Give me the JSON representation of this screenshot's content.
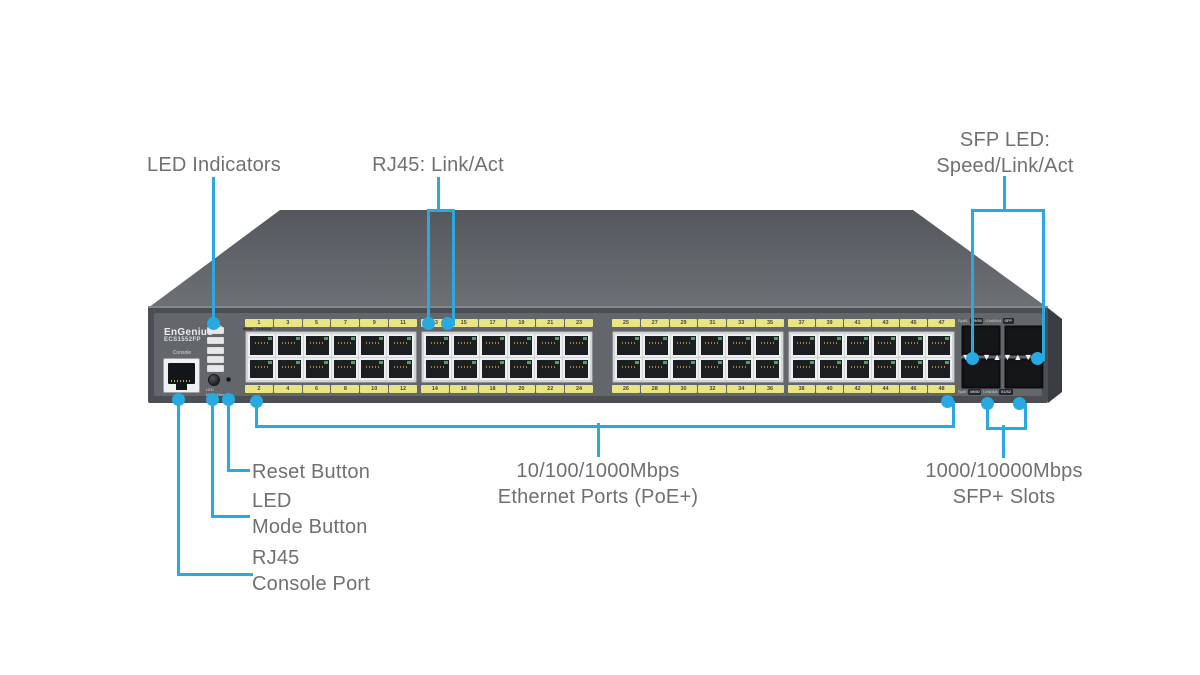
{
  "colors": {
    "accent": "#27aae1",
    "label_text": "#6f7073"
  },
  "labels": {
    "led_indicators": "LED Indicators",
    "rj45_link_act": "RJ45: Link/Act",
    "sfp_led_1": "SFP LED:",
    "sfp_led_2": "Speed/Link/Act",
    "reset": "Reset Button",
    "led_mode_1": "LED",
    "led_mode_2": "Mode Button",
    "console_1": "RJ45",
    "console_2": "Console Port",
    "ethernet_1": "10/100/1000Mbps",
    "ethernet_2": "Ethernet Ports (PoE+)",
    "sfp_slots_1": "1000/10000Mbps",
    "sfp_slots_2": "SFP+ Slots"
  },
  "device": {
    "brand": "EnGenius",
    "model": "ECS1552FP",
    "console_label": "Console",
    "mode_strip": "Mode  Link/Act",
    "button_caption": "LED\nMode Reset",
    "ports": {
      "top_numbers": [
        1,
        3,
        5,
        7,
        9,
        11,
        13,
        15,
        17,
        19,
        21,
        23,
        25,
        27,
        29,
        31,
        33,
        35,
        37,
        39,
        41,
        43,
        45,
        47
      ],
      "bottom_numbers": [
        2,
        4,
        6,
        8,
        10,
        12,
        14,
        16,
        18,
        20,
        22,
        24,
        26,
        28,
        30,
        32,
        34,
        36,
        38,
        40,
        42,
        44,
        46,
        48
      ]
    },
    "sfp": {
      "top_row": {
        "t1": "Spd/L",
        "b1": "49/50",
        "t2": "/Link/Act",
        "b2": "SFP"
      },
      "bottom_row": {
        "t1": "Spd/",
        "b1": "49/50",
        "t2": "Link/Act",
        "b2": "51/52"
      },
      "arrows": "▼▲▼▲▼▲▼▲"
    }
  }
}
